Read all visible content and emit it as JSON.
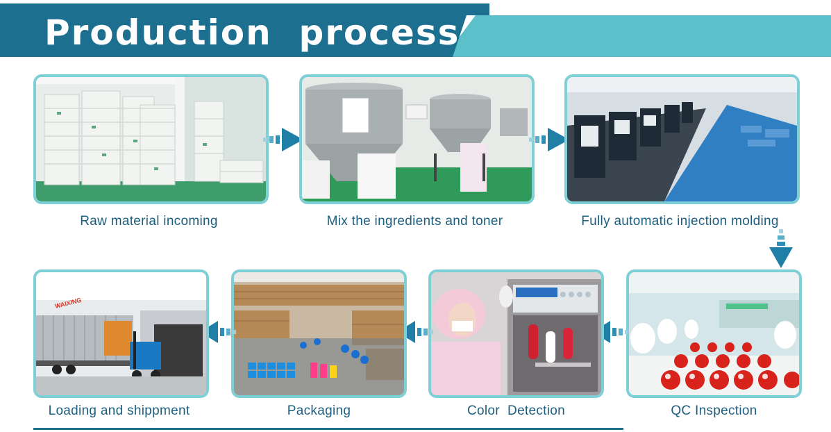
{
  "header": {
    "title": "Production  process"
  },
  "steps": [
    {
      "label": "Raw material incoming"
    },
    {
      "label": "Mix the ingredients and toner"
    },
    {
      "label": "Fully automatic injection molding"
    },
    {
      "label": "QC Inspection"
    },
    {
      "label": "Color  Detection"
    },
    {
      "label": "Packaging"
    },
    {
      "label": "Loading and shippment"
    }
  ],
  "photo_sign": "WAIXING",
  "colors": {
    "dark": "#1c6f8e",
    "light": "#5cc0cb",
    "frame": "#7fcfd6",
    "caption": "#1d5f80",
    "arrow": "#1f7fa6"
  }
}
